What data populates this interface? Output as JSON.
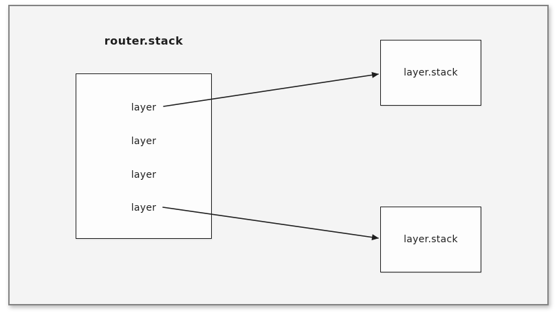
{
  "diagram": {
    "title": "router.stack",
    "router_box": {
      "layers": [
        "layer",
        "layer",
        "layer",
        "layer"
      ]
    },
    "target_boxes": [
      {
        "label": "layer.stack"
      },
      {
        "label": "layer.stack"
      }
    ],
    "colors": {
      "canvas_bg": "#ffffff",
      "frame_bg": "#f4f4f4",
      "frame_border": "#838383",
      "box_bg": "#fdfdfd",
      "box_border": "#1e1e1e",
      "text": "#1e1e1e",
      "arrow": "#1e1e1e"
    }
  }
}
